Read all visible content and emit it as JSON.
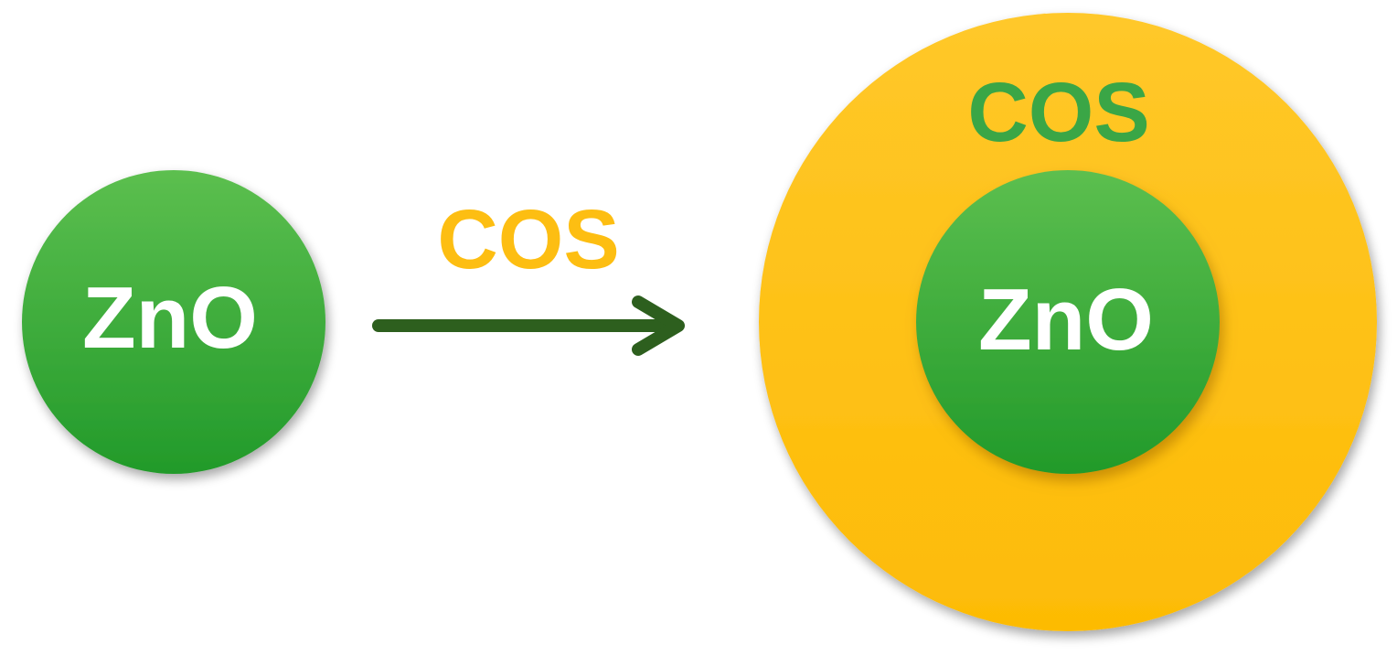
{
  "diagram": {
    "left_particle": {
      "label": "ZnO"
    },
    "arrow": {
      "label": "COS"
    },
    "right_particle": {
      "shell_label": "COS",
      "core_label": "ZnO"
    }
  },
  "colors": {
    "green_core_light": "#5cbf4f",
    "green_core_dark": "#229a2a",
    "shell_light": "#ffc82a",
    "shell_dark": "#fdbb05",
    "arrow": "#2d5f1e",
    "core_text": "#ffffff",
    "arrow_label_text": "#fdbe12",
    "shell_label_text": "#3aa646"
  }
}
